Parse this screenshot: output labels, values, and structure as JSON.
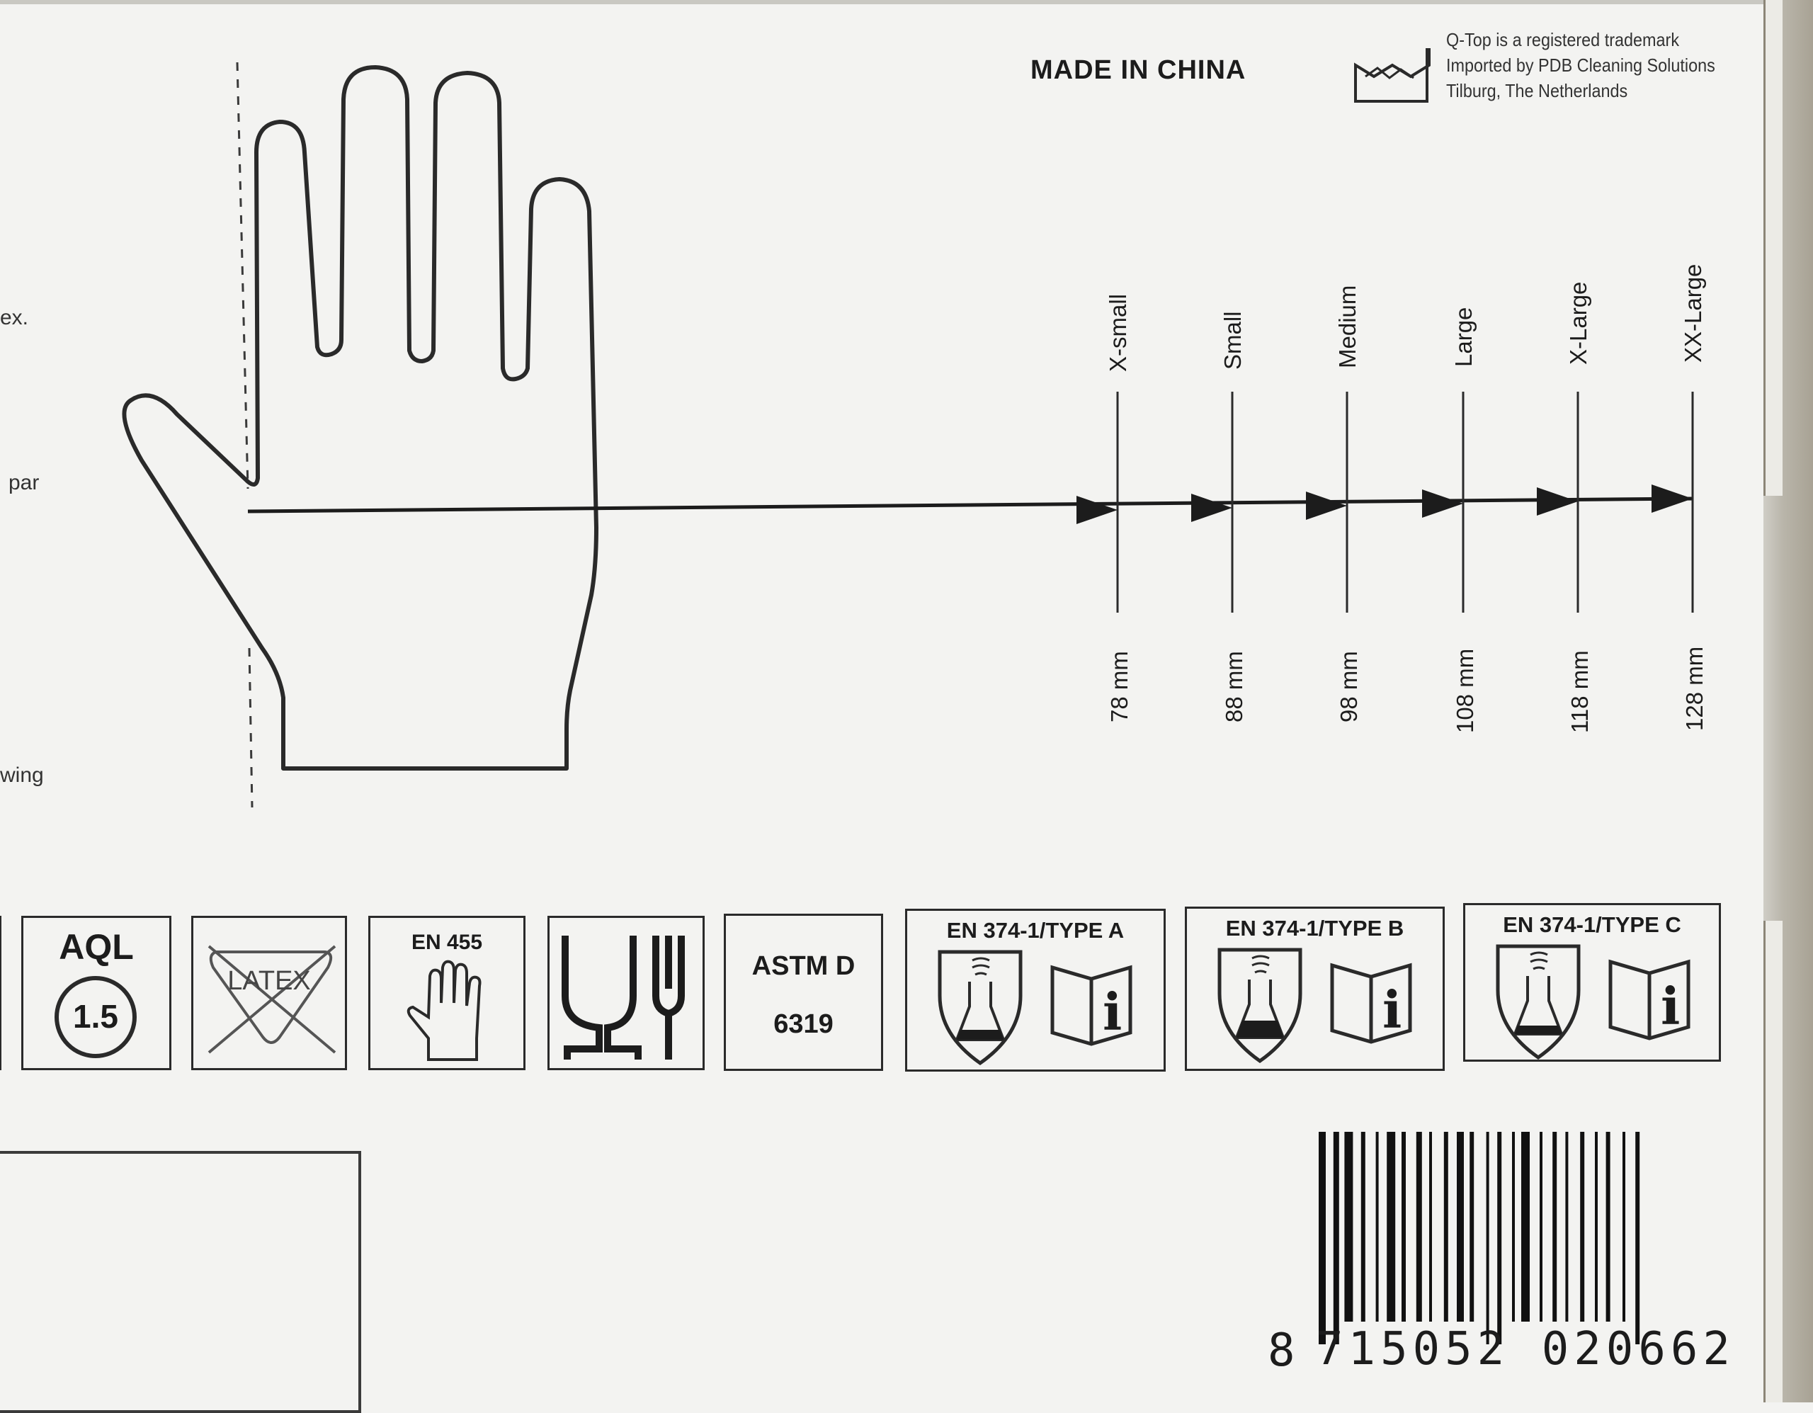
{
  "origin": "MADE IN CHINA",
  "importer_lines": [
    "Q-Top is a registered trademark",
    "Imported by PDB Cleaning Solutions",
    "Tilburg, The Netherlands"
  ],
  "cut_text": [
    "ex.",
    "par",
    "wing"
  ],
  "sizes": [
    {
      "label": "X-small",
      "measure": "78 mm"
    },
    {
      "label": "Small",
      "measure": "88 mm"
    },
    {
      "label": "Medium",
      "measure": "98 mm"
    },
    {
      "label": "Large",
      "measure": "108 mm"
    },
    {
      "label": "X-Large",
      "measure": "118 mm"
    },
    {
      "label": "XX-Large",
      "measure": "128 mm"
    }
  ],
  "icons": {
    "aql": {
      "title": "AQL",
      "value": "1.5"
    },
    "latex": {
      "text": "LATEX"
    },
    "en455": {
      "title": "EN 455"
    },
    "astm": {
      "line1": "ASTM D",
      "line2": "6319"
    },
    "type_a": {
      "title": "EN 374-1/TYPE A"
    },
    "type_b": {
      "title": "EN 374-1/TYPE B"
    },
    "type_c": {
      "title": "EN 374-1/TYPE C"
    }
  },
  "barcode": {
    "first_digit": "8",
    "digits": "715052 020662"
  }
}
